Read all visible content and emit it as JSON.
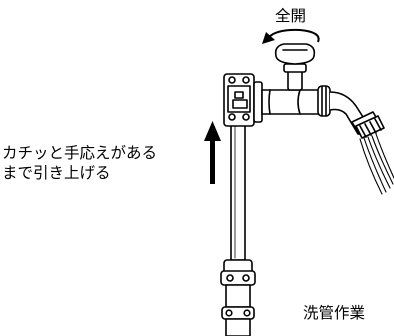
{
  "labels": {
    "full_open": "全開",
    "instruction_line1": "カチッと手応えがある",
    "instruction_line2": "まで引き上げる",
    "washing": "洗管作業"
  },
  "icons": [
    "rotation-arrow-icon",
    "up-arrow-icon"
  ],
  "colors": {
    "line": "#000000",
    "background": "#ffffff"
  }
}
